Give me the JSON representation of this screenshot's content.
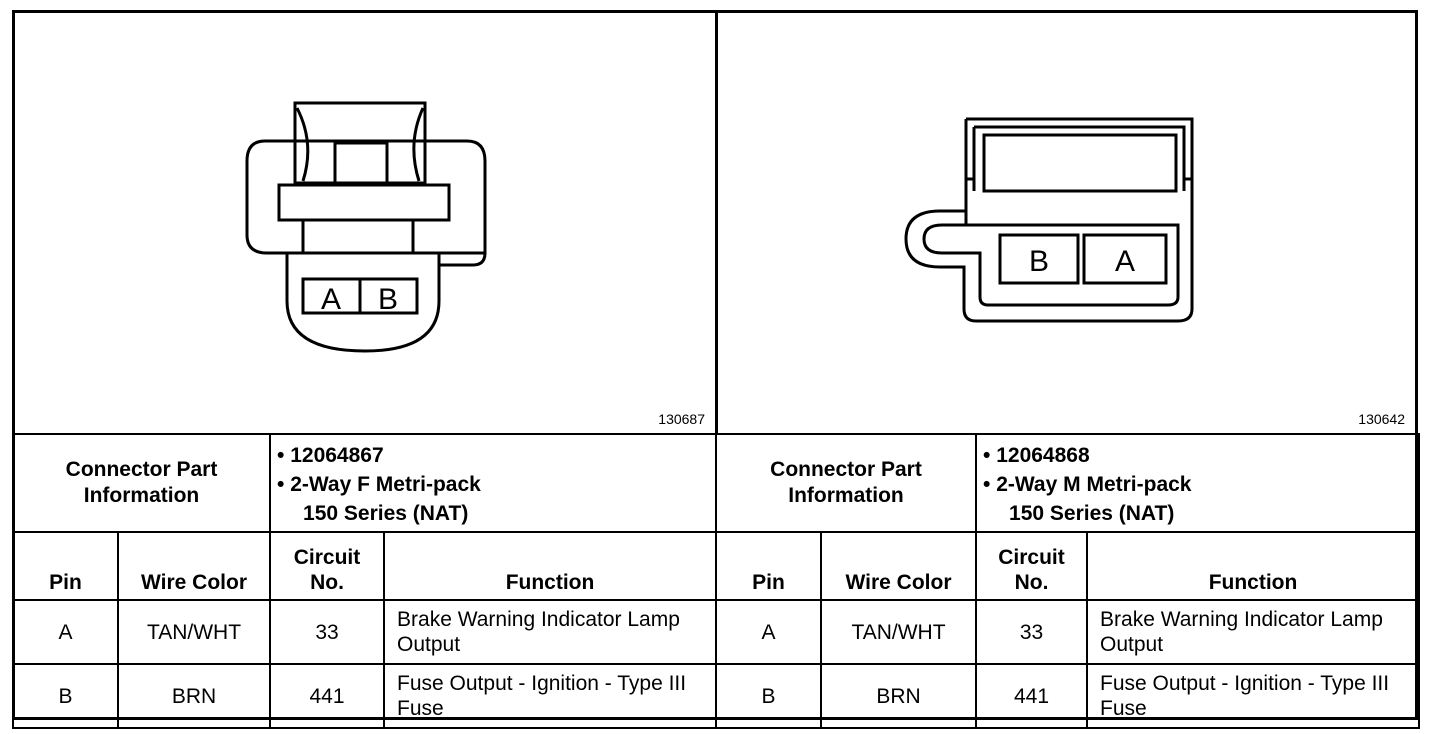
{
  "left": {
    "figure_number": "130687",
    "pin_labels": [
      "A",
      "B"
    ],
    "connector_info_label": "Connector Part Information",
    "part_number": "12064867",
    "description_line1": "2-Way F Metri-pack",
    "description_line2": "150 Series (NAT)",
    "headers": {
      "pin": "Pin",
      "wire_color": "Wire Color",
      "circuit_no": "Circuit No.",
      "function": "Function"
    },
    "rows": [
      {
        "pin": "A",
        "wire_color": "TAN/WHT",
        "circuit": "33",
        "function": "Brake Warning Indicator Lamp Output"
      },
      {
        "pin": "B",
        "wire_color": "BRN",
        "circuit": "441",
        "function": "Fuse Output - Ignition - Type III Fuse"
      }
    ]
  },
  "right": {
    "figure_number": "130642",
    "pin_labels": [
      "B",
      "A"
    ],
    "connector_info_label": "Connector Part Information",
    "part_number": "12064868",
    "description_line1": "2-Way M Metri-pack",
    "description_line2": "150 Series (NAT)",
    "headers": {
      "pin": "Pin",
      "wire_color": "Wire Color",
      "circuit_no": "Circuit No.",
      "function": "Function"
    },
    "rows": [
      {
        "pin": "A",
        "wire_color": "TAN/WHT",
        "circuit": "33",
        "function": "Brake Warning Indicator Lamp Output"
      },
      {
        "pin": "B",
        "wire_color": "BRN",
        "circuit": "441",
        "function": "Fuse Output - Ignition - Type III Fuse"
      }
    ]
  },
  "bullet": "•"
}
